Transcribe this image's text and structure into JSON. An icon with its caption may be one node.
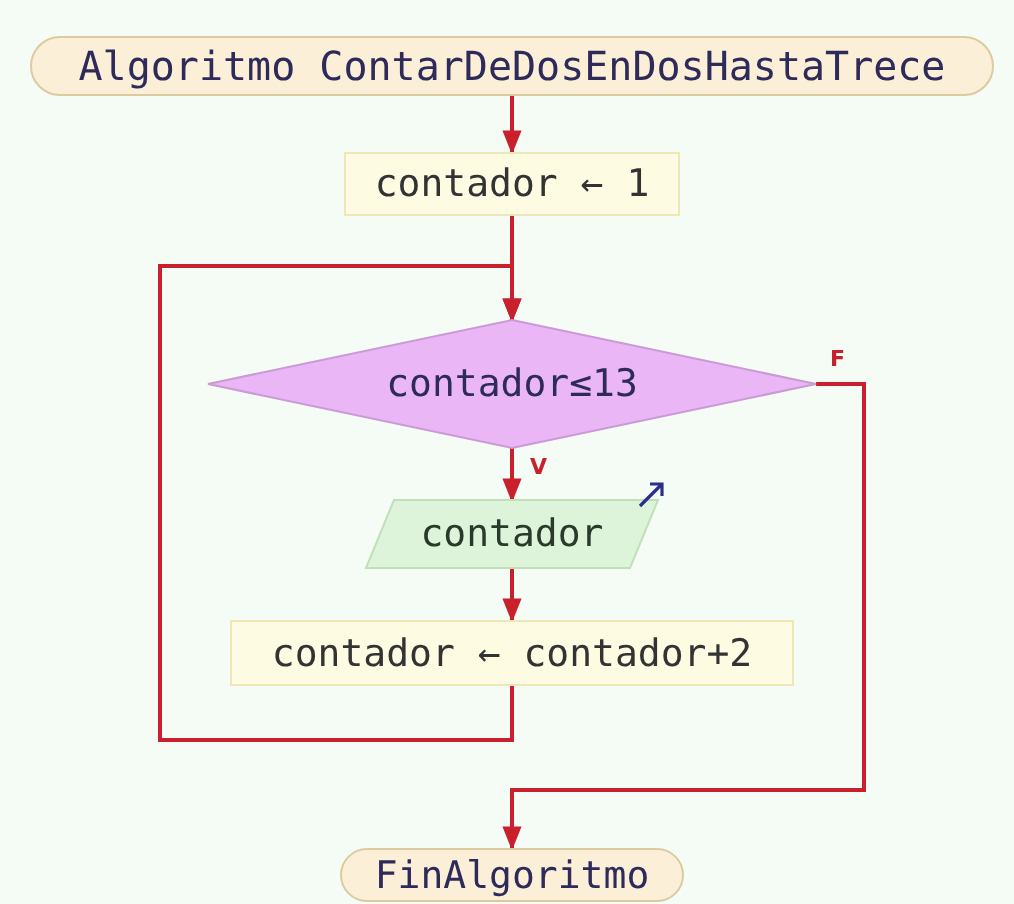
{
  "diagram": {
    "nodes": [
      {
        "text": [
          "Algoritmo ContarDeDosEnDosHastaTrece"
        ]
      },
      {
        "text": [
          "contador ← 1"
        ]
      },
      {
        "text": [
          "contador≤13"
        ]
      },
      {
        "text": [
          "contador"
        ]
      },
      {
        "text": [
          "contador ← contador+2"
        ]
      },
      {
        "text": [
          "FinAlgoritmo"
        ]
      }
    ],
    "edges": [
      {
        "from": 0,
        "to": 1,
        "arrow": "to"
      },
      {
        "from": 1,
        "to": 2,
        "arrow": "to"
      },
      {
        "from": 2,
        "to": 3,
        "arrow": "to",
        "label": "V"
      },
      {
        "from": 3,
        "to": 4,
        "arrow": "to"
      },
      {
        "from": 4,
        "to": 2,
        "arrow": "to"
      },
      {
        "from": 2,
        "to": 5,
        "arrow": "to",
        "label": "F"
      }
    ]
  }
}
